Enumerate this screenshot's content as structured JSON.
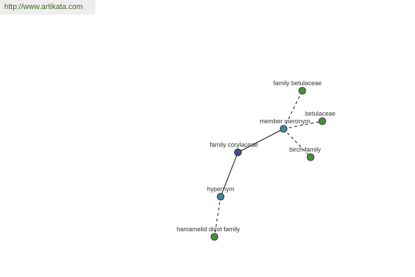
{
  "banner": {
    "url_text": "http://www.artikata.com"
  },
  "colors": {
    "center": "#3d4f86",
    "relation": "#3e8891",
    "leaf": "#4b8e43",
    "edge": "#000000",
    "banner_bg": "#eeeeee",
    "banner_text": "#3c6b1e"
  },
  "graph": {
    "nodes": [
      {
        "id": "family-corylaceae",
        "label": "family corylaceae",
        "kind": "center"
      },
      {
        "id": "member-meronym",
        "label": "member meronym",
        "kind": "relation"
      },
      {
        "id": "hypernym",
        "label": "hypernym",
        "kind": "relation"
      },
      {
        "id": "family-betulaceae",
        "label": "family betulaceae",
        "kind": "leaf"
      },
      {
        "id": "betulaceae",
        "label": "betulaceae",
        "kind": "leaf"
      },
      {
        "id": "birch-family",
        "label": "birch family",
        "kind": "leaf"
      },
      {
        "id": "hamamelid-dicot-family",
        "label": "hamamelid dicot family",
        "kind": "leaf"
      }
    ],
    "edges": [
      {
        "from": "family-corylaceae",
        "to": "member-meronym",
        "style": "solid"
      },
      {
        "from": "family-corylaceae",
        "to": "hypernym",
        "style": "solid"
      },
      {
        "from": "member-meronym",
        "to": "family-betulaceae",
        "style": "dashed"
      },
      {
        "from": "member-meronym",
        "to": "betulaceae",
        "style": "dashed"
      },
      {
        "from": "member-meronym",
        "to": "birch-family",
        "style": "dashed"
      },
      {
        "from": "hypernym",
        "to": "hamamelid-dicot-family",
        "style": "dashed"
      }
    ]
  }
}
